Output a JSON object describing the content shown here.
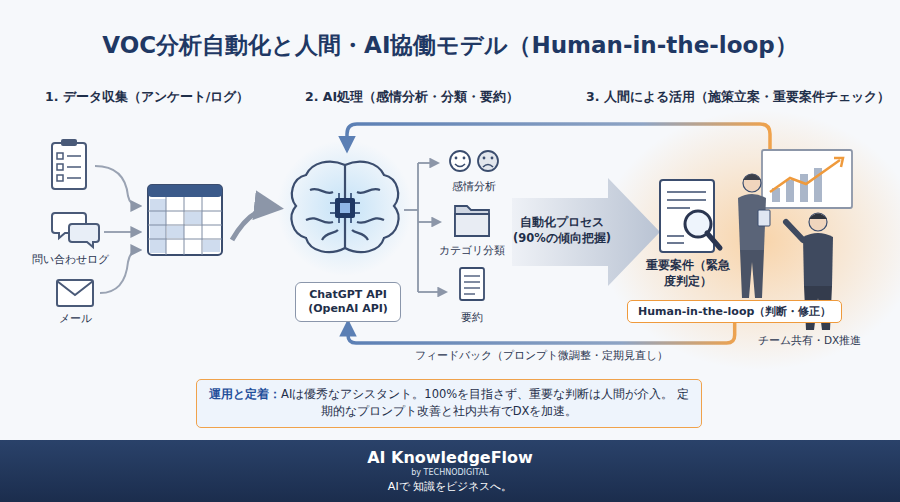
{
  "diagram": {
    "title": "VOC分析自動化と人間・AI協働モデル（Human-in-the-loop）",
    "nodes": [
      {
        "text": [
          "ChatGPT API (OpenAI API)"
        ]
      },
      {
        "text": [
          "Human-in-the-loop（判断・修正）"
        ]
      },
      {
        "text": [
          "運用と定着：",
          "AIは優秀なアシスタント。100%を目指さず、重要な判断は人間が介入。 定期的なプロンプト改善と社内共有でDXを加速。"
        ]
      },
      {
        "text": [
          "AI KnowledgeFlow",
          "by TECHNODIGITAL",
          "AIで 知識をビジネスへ。"
        ]
      }
    ],
    "edges": [
      {
        "from": 1,
        "to": 0,
        "arrow": "to",
        "label": "フィードバック（プロンプト微調整・定期見直し）"
      }
    ],
    "labels": [
      "1. データ収集（アンケート/ログ）",
      "2. AI処理（感情分析・分類・要約）",
      "3. 人間による活用（施策立案・重要案件チェック）",
      "問い合わせログ",
      "メール",
      "感情分析",
      "カテゴリ分類",
      "要約",
      "自動化プロセス (90%の傾向把握)",
      "重要案件（緊急度判定）",
      "チーム共有・DX推進"
    ]
  }
}
